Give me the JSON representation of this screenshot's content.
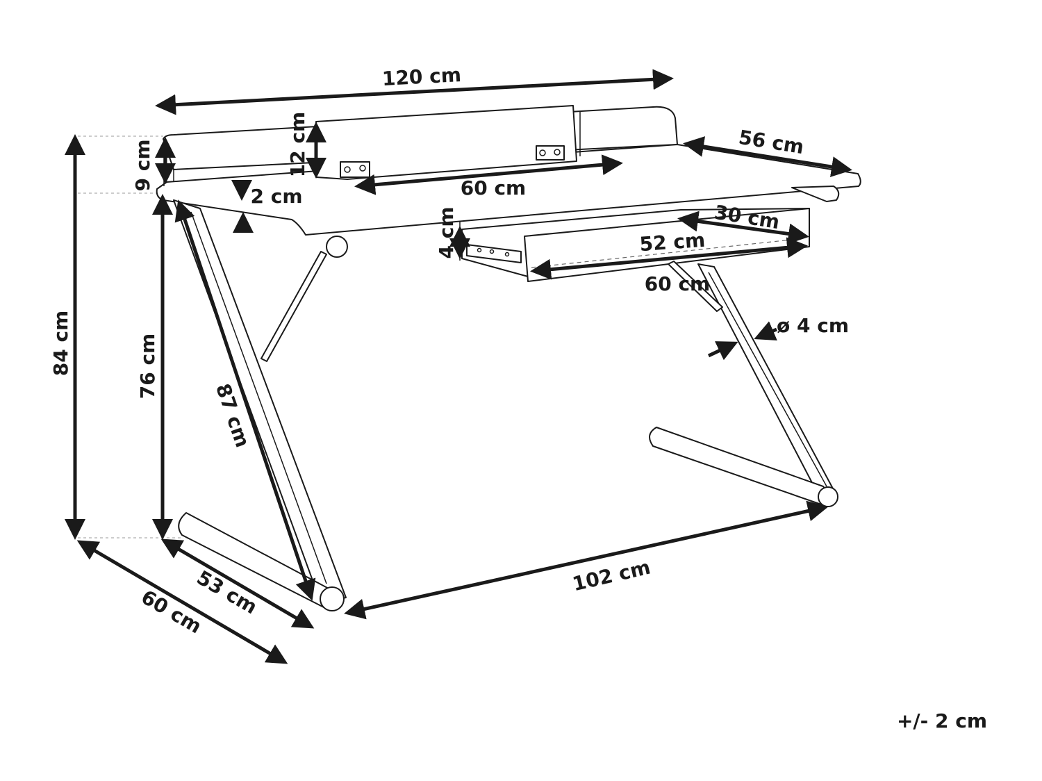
{
  "dimensions": {
    "width_total": "120 cm",
    "depth_top": "56 cm",
    "shelf_height": "12 cm",
    "backboard_height": "9 cm",
    "shelf_width": "60 cm",
    "top_thickness": "2 cm",
    "drawer_inner_depth": "30 cm",
    "drawer_front_height": "4 cm",
    "drawer_inner_width": "52 cm",
    "drawer_width": "60 cm",
    "leg_diameter": "ø 4 cm",
    "total_height": "84 cm",
    "clear_height": "76 cm",
    "leg_length": "87 cm",
    "base_length": "102 cm",
    "base_depth": "53 cm",
    "total_depth": "60 cm",
    "tolerance": "+/- 2 cm"
  }
}
